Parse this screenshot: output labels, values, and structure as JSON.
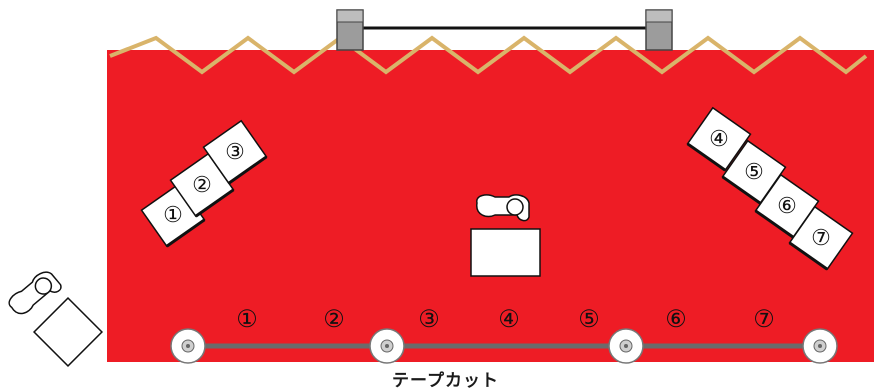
{
  "colors": {
    "stage": "#ee1c25",
    "truss": "#d9b46a",
    "bar": "#555555",
    "tape": "#6b6b6b",
    "block": "#9c9c9c",
    "paper": "#ffffff",
    "ink": "#111111"
  },
  "seats": {
    "left": [
      "①",
      "②",
      "③"
    ],
    "right": [
      "④",
      "⑤",
      "⑥",
      "⑦"
    ]
  },
  "cuts": [
    "①",
    "②",
    "③",
    "④",
    "⑤",
    "⑥",
    "⑦"
  ],
  "caption": "テープカット",
  "icons": [
    "person-top-view-icon",
    "stanchion-icon"
  ]
}
